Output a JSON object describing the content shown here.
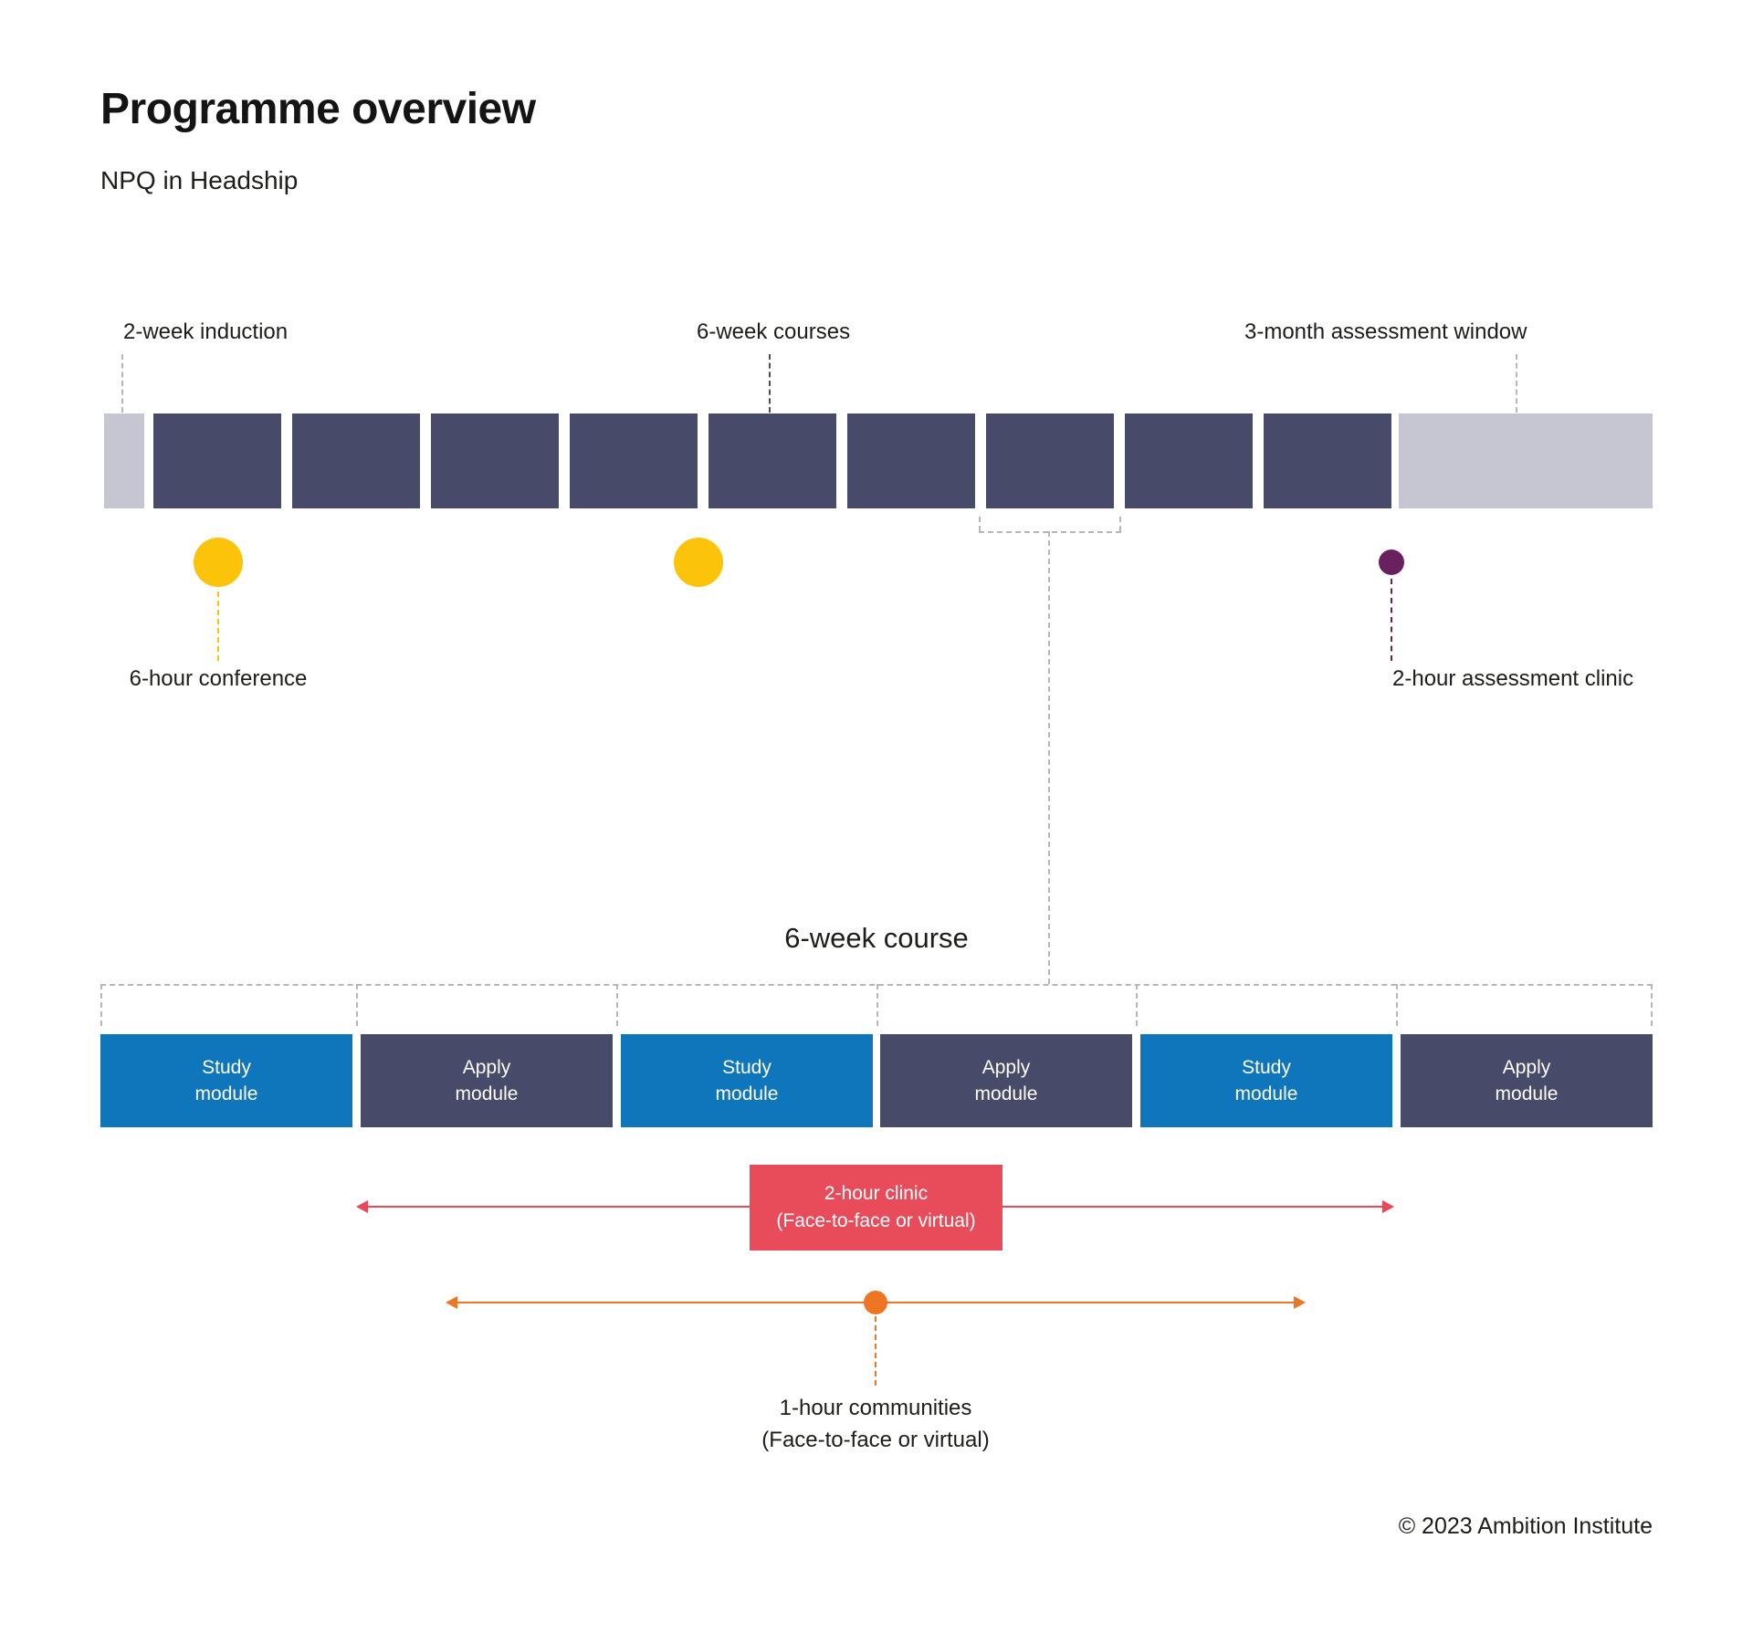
{
  "page": {
    "title": "Programme overview",
    "subtitle": "NPQ in Headship",
    "footer": "© 2023 Ambition Institute"
  },
  "timeline": {
    "induction_label": "2-week induction",
    "courses_label": "6-week courses",
    "assessment_label": "3-month assessment window",
    "conference_label": "6-hour conference",
    "assessment_clinic_label": "2-hour assessment clinic",
    "course_block_count": 9
  },
  "course_detail": {
    "heading": "6-week course",
    "modules": [
      {
        "type": "study",
        "label": "Study\nmodule"
      },
      {
        "type": "apply",
        "label": "Apply\nmodule"
      },
      {
        "type": "study",
        "label": "Study\nmodule"
      },
      {
        "type": "apply",
        "label": "Apply\nmodule"
      },
      {
        "type": "study",
        "label": "Study\nmodule"
      },
      {
        "type": "apply",
        "label": "Apply\nmodule"
      }
    ],
    "clinic_label": "2-hour clinic\n(Face-to-face or virtual)",
    "communities_label": "1-hour communities\n(Face-to-face or virtual)"
  },
  "colors": {
    "navy": "#474b69",
    "light_gray": "#c6c6d2",
    "study_blue": "#0f76bc",
    "yellow": "#fcc30b",
    "purple": "#6a1f5e",
    "clinic_red": "#e84c5a",
    "orange": "#ee7524"
  }
}
